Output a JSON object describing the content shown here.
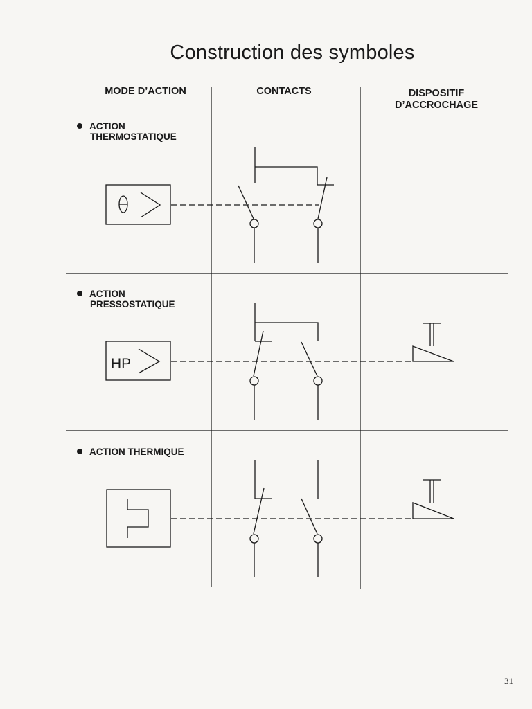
{
  "page": {
    "title": "Construction des symboles",
    "page_number": "31"
  },
  "columns": {
    "mode": "MODE D’ACTION",
    "contacts": "CONTACTS",
    "dispositif_line1": "DISPOSITIF",
    "dispositif_line2": "D’ACCROCHAGE"
  },
  "sections": [
    {
      "label_line1": "ACTION",
      "label_line2": "THERMOSTATIQUE",
      "symbol": "thermostat-theta-icon"
    },
    {
      "label_line1": "ACTION",
      "label_line2": "PRESSOSTATIQUE",
      "symbol_text": "HP"
    },
    {
      "label_line1": "ACTION THERMIQUE",
      "symbol": "thermal-relay-icon"
    }
  ]
}
